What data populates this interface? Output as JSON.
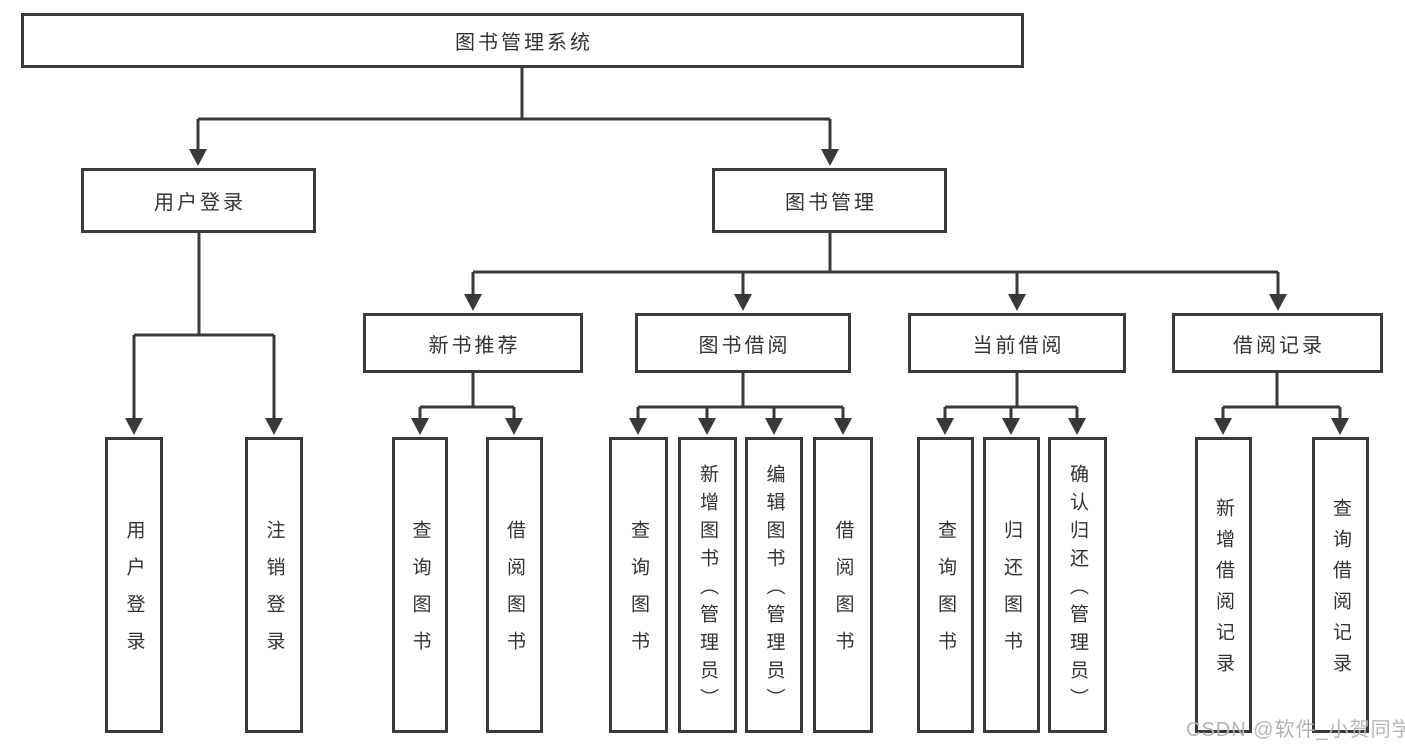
{
  "diagram": {
    "title": "图书管理系统",
    "level2": [
      {
        "label": "用户登录",
        "children": [
          "用户登录",
          "注销登录"
        ]
      },
      {
        "label": "图书管理"
      }
    ],
    "level3": [
      {
        "label": "新书推荐",
        "children": [
          "查询图书",
          "借阅图书"
        ]
      },
      {
        "label": "图书借阅",
        "children": [
          "查询图书",
          "新增图书（管理员）",
          "编辑图书（管理员）",
          "借阅图书"
        ]
      },
      {
        "label": "当前借阅",
        "children": [
          "查询图书",
          "归还图书",
          "确认归还（管理员）"
        ]
      },
      {
        "label": "借阅记录",
        "children": [
          "新增借阅记录",
          "查询借阅记录"
        ]
      }
    ]
  },
  "watermark": {
    "text": "CSDN @软件_小贺同学"
  },
  "colors": {
    "line": "#3a3a3a",
    "text": "#333333",
    "watermark": "#b5b5b5",
    "background": "#ffffff"
  }
}
